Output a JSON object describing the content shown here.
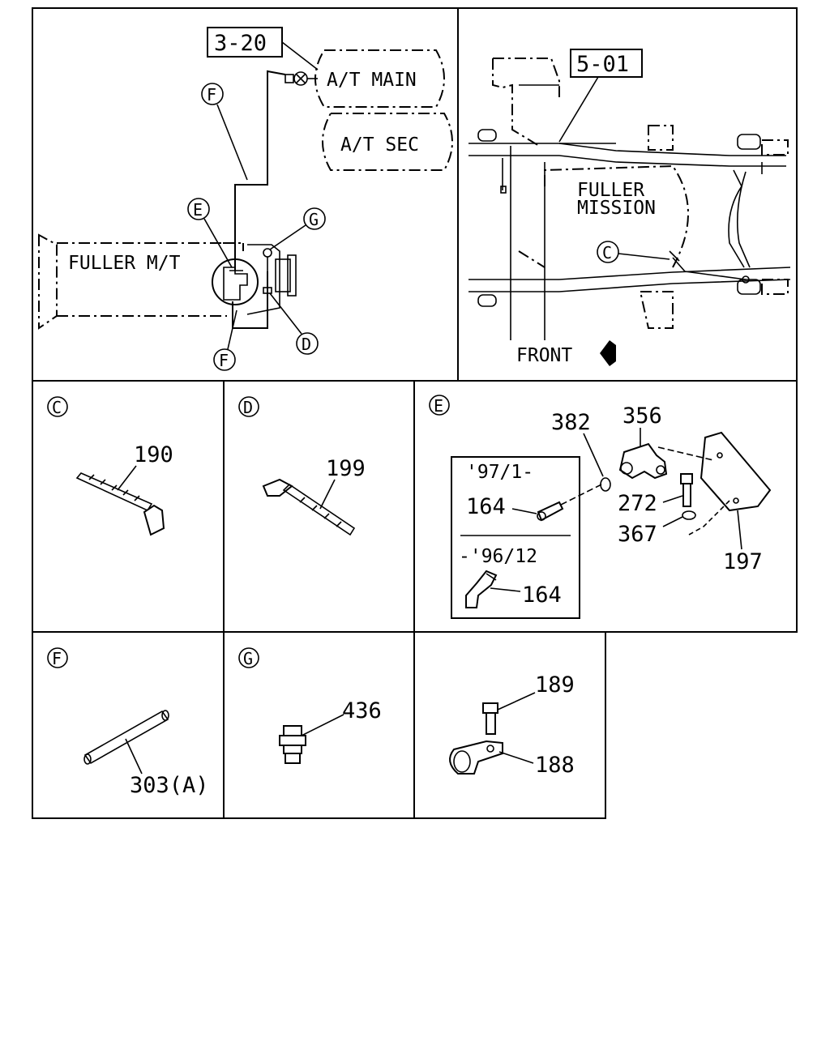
{
  "panels": {
    "main_left": {
      "ref_box": "3-20",
      "tank_main": "A/T MAIN",
      "tank_sec": "A/T SEC",
      "transmission": "FULLER M/T",
      "callouts": [
        "F",
        "E",
        "G",
        "D",
        "F"
      ]
    },
    "main_right": {
      "ref_box": "5-01",
      "transmission": [
        "FULLER",
        "MISSION"
      ],
      "callout": "C",
      "front_label": "FRONT"
    },
    "detail_c": {
      "letter": "C",
      "parts": [
        "190"
      ]
    },
    "detail_d": {
      "letter": "D",
      "parts": [
        "199"
      ]
    },
    "detail_e": {
      "letter": "E",
      "parts": [
        "382",
        "356",
        "272",
        "367",
        "197"
      ],
      "inset": {
        "upper_range": "'97/1-",
        "upper_part": "164",
        "lower_range": "-'96/12",
        "lower_part": "164"
      }
    },
    "detail_f": {
      "letter": "F",
      "parts": [
        "303(A)"
      ]
    },
    "detail_g": {
      "letter": "G",
      "parts": [
        "436"
      ]
    },
    "detail_clip": {
      "parts": [
        "189",
        "188"
      ]
    }
  },
  "icons": [
    "front-arrow-icon",
    "valve-icon",
    "bolt-icon",
    "washer-icon",
    "cable-tie-icon",
    "pipe-clip-icon",
    "tee-fitting-icon",
    "hose-nipple-icon",
    "bracket-icon",
    "tube-icon",
    "connector-icon"
  ]
}
